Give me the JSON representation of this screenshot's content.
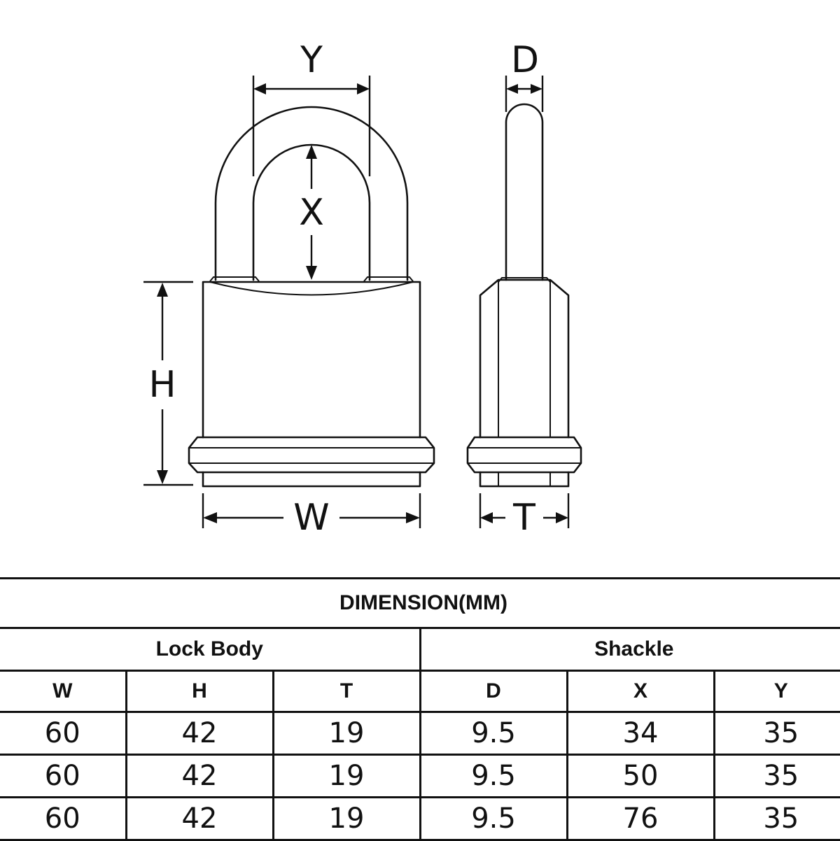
{
  "diagram": {
    "labels": {
      "y": "Y",
      "x": "X",
      "h": "H",
      "w": "W",
      "d": "D",
      "t": "T"
    }
  },
  "table": {
    "title": "DIMENSION(MM)",
    "groups": [
      "Lock Body",
      "Shackle"
    ],
    "columns": [
      "W",
      "H",
      "T",
      "D",
      "X",
      "Y"
    ],
    "rows": [
      [
        "60",
        "42",
        "19",
        "9.5",
        "34",
        "35"
      ],
      [
        "60",
        "42",
        "19",
        "9.5",
        "50",
        "35"
      ],
      [
        "60",
        "42",
        "19",
        "9.5",
        "76",
        "35"
      ]
    ]
  }
}
